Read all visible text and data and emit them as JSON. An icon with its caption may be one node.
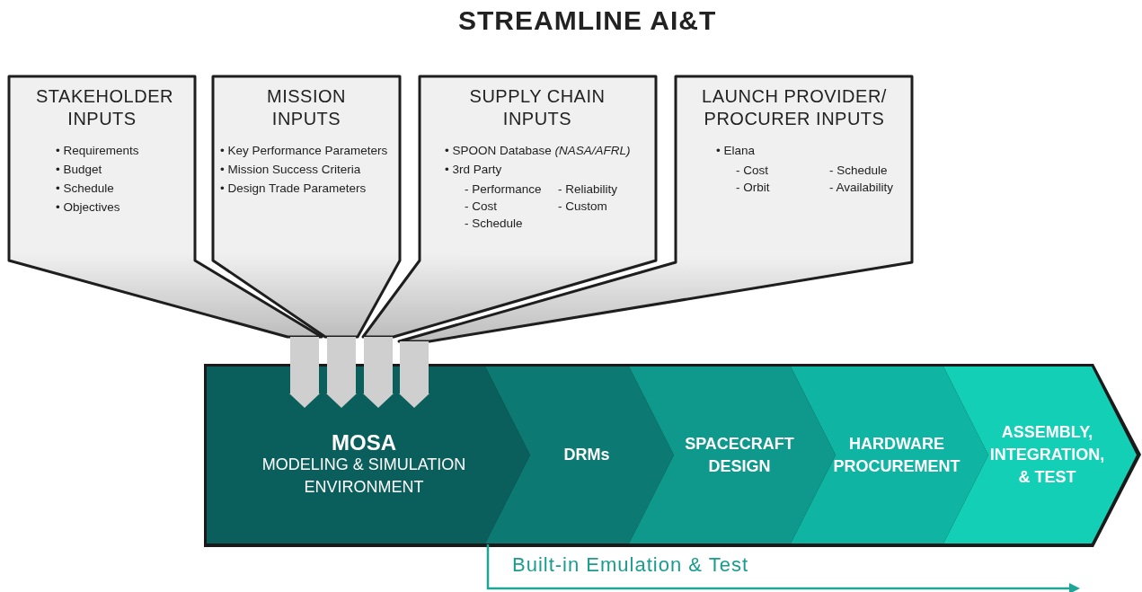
{
  "diagram": {
    "title": "STREAMLINE AI&T",
    "nodes": [
      {
        "text": [
          "STAKEHOLDER INPUTS",
          "• Requirements",
          "• Budget",
          "• Schedule",
          "• Objectives"
        ]
      },
      {
        "text": [
          "MISSION INPUTS",
          "• Key Performance Parameters",
          "• Mission Success Criteria",
          "• Design Trade Parameters"
        ]
      },
      {
        "text": [
          "SUPPLY CHAIN INPUTS",
          "• SPOON Database *(NASA/AFRL)*",
          "• 3rd Party",
          "- Performance",
          "- Reliability",
          "- Cost",
          "- Custom",
          "- Schedule"
        ]
      },
      {
        "text": [
          "LAUNCH PROVIDER/ PROCURER INPUTS",
          "• Elana",
          "- Cost",
          "- Schedule",
          "- Orbit",
          "- Availability"
        ]
      },
      {
        "text": [
          "MOSA",
          "MODELING & SIMULATION ENVIRONMENT"
        ]
      },
      {
        "text": [
          "DRMs"
        ]
      },
      {
        "text": [
          "SPACECRAFT DESIGN"
        ]
      },
      {
        "text": [
          "HARDWARE PROCUREMENT"
        ]
      },
      {
        "text": [
          "ASSEMBLY, INTEGRATION, & TEST"
        ]
      }
    ],
    "edges": [
      {
        "from": 0,
        "to": 4,
        "arrow": "to"
      },
      {
        "from": 1,
        "to": 4,
        "arrow": "to"
      },
      {
        "from": 2,
        "to": 4,
        "arrow": "to"
      },
      {
        "from": 3,
        "to": 4,
        "arrow": "to"
      }
    ],
    "labels": [
      "Built-in Emulation & Test"
    ]
  }
}
